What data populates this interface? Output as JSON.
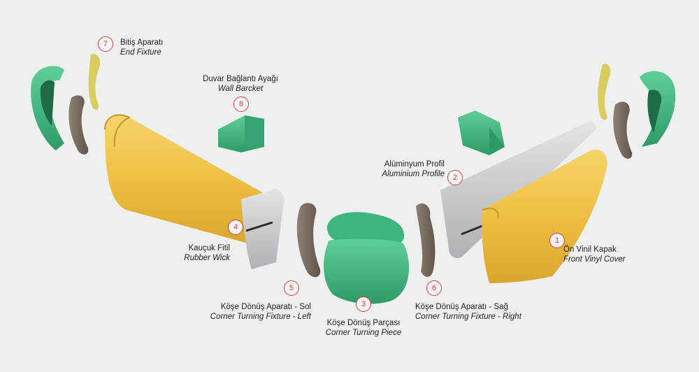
{
  "callouts": [
    {
      "id": "7",
      "tr": "Bitiş Aparatı",
      "en": "End Fixture"
    },
    {
      "id": "8",
      "tr": "Duvar Bağlantı Ayağı",
      "en": "Wall Barcket"
    },
    {
      "id": "2",
      "tr": "Alüminyum Profil",
      "en": "Aluminium Profile"
    },
    {
      "id": "4",
      "tr": "Kauçuk Fitil",
      "en": "Rubber Wick"
    },
    {
      "id": "1",
      "tr": "Ön Vinil Kapak",
      "en": "Front Vinyl Cover"
    },
    {
      "id": "5",
      "tr": "Köşe Dönüş Aparatı - Sol",
      "en": "Corner Turning Fixture - Left"
    },
    {
      "id": "3",
      "tr": "Köşe Dönüş Parçası",
      "en": "Corner Turning Piece"
    },
    {
      "id": "6",
      "tr": "Köşe Dönüş Aparatı - Sağ",
      "en": "Corner Turning Fixture - Right"
    }
  ],
  "colors": {
    "background": "#eeefef",
    "vinyl_cover": "#f0c24a",
    "aluminium": "#c9ccce",
    "fixture_green": "#3fb57e",
    "end_fixture_yellow": "#d9cc5e",
    "rubber_brown": "#776a5f",
    "callout_red": "#d83a3a"
  }
}
